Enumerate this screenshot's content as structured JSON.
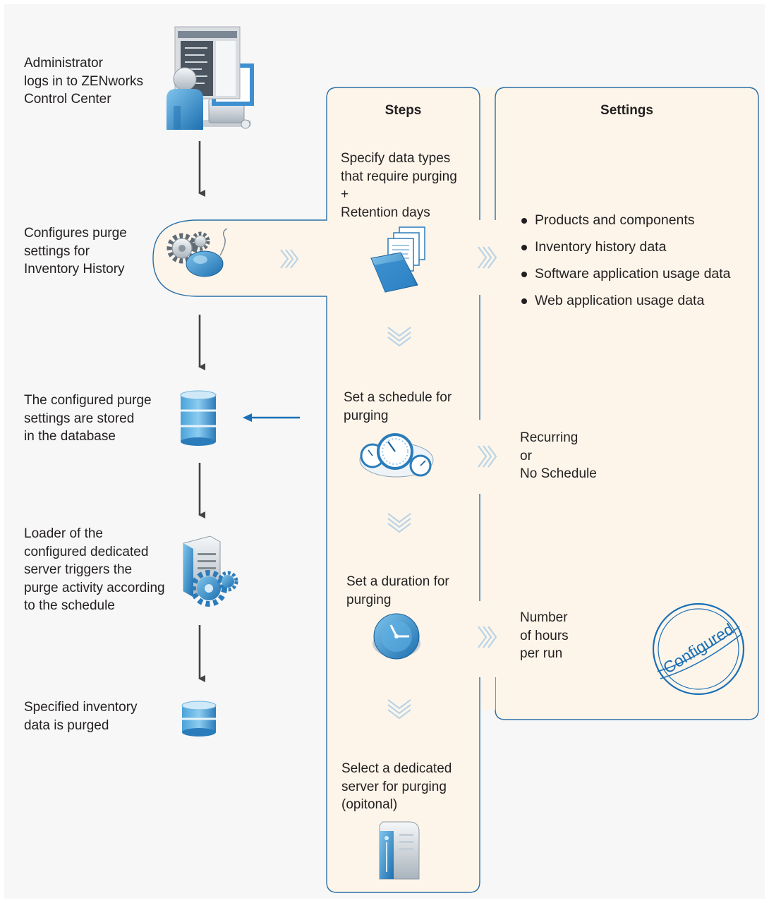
{
  "left_flow": {
    "step1": "Administrator\nlogs in to ZENworks\nControl Center",
    "step2": "Configures purge\nsettings for\nInventory History",
    "step3": "The configured purge\nsettings are stored\nin the database",
    "step4": "Loader of the\nconfigured dedicated\nserver triggers the\npurge activity according\nto the schedule",
    "step5": "Specified inventory\ndata is purged"
  },
  "steps_panel": {
    "title": "Steps",
    "items": [
      "Specify data types\nthat require purging\n+\nRetention days",
      "Set a schedule for\npurging",
      "Set a duration for\npurging",
      "Select a dedicated\nserver for purging\n(opitonal)"
    ]
  },
  "settings_panel": {
    "title": "Settings",
    "data_types": [
      "Products and components",
      "Inventory history data",
      "Software application usage data",
      "Web application usage data"
    ],
    "schedule": "Recurring\nor\nNo Schedule",
    "duration": "Number\nof hours\nper run",
    "stamp": "Configured"
  },
  "colors": {
    "panel_fill": "#fdf5ea",
    "panel_border": "#2b6fa6",
    "accent_blue": "#1a6fb5",
    "arrow_gray": "#444444",
    "chevron": "#b9d4e6",
    "background": "#f7f7f7"
  },
  "icons": [
    "administrator-computer-icon",
    "gears-mouse-icon",
    "documents-folder-icon",
    "gauges-cloud-icon",
    "clock-icon",
    "dedicated-server-icon",
    "database-icon",
    "server-gears-icon",
    "database-small-icon",
    "configured-stamp-icon"
  ]
}
